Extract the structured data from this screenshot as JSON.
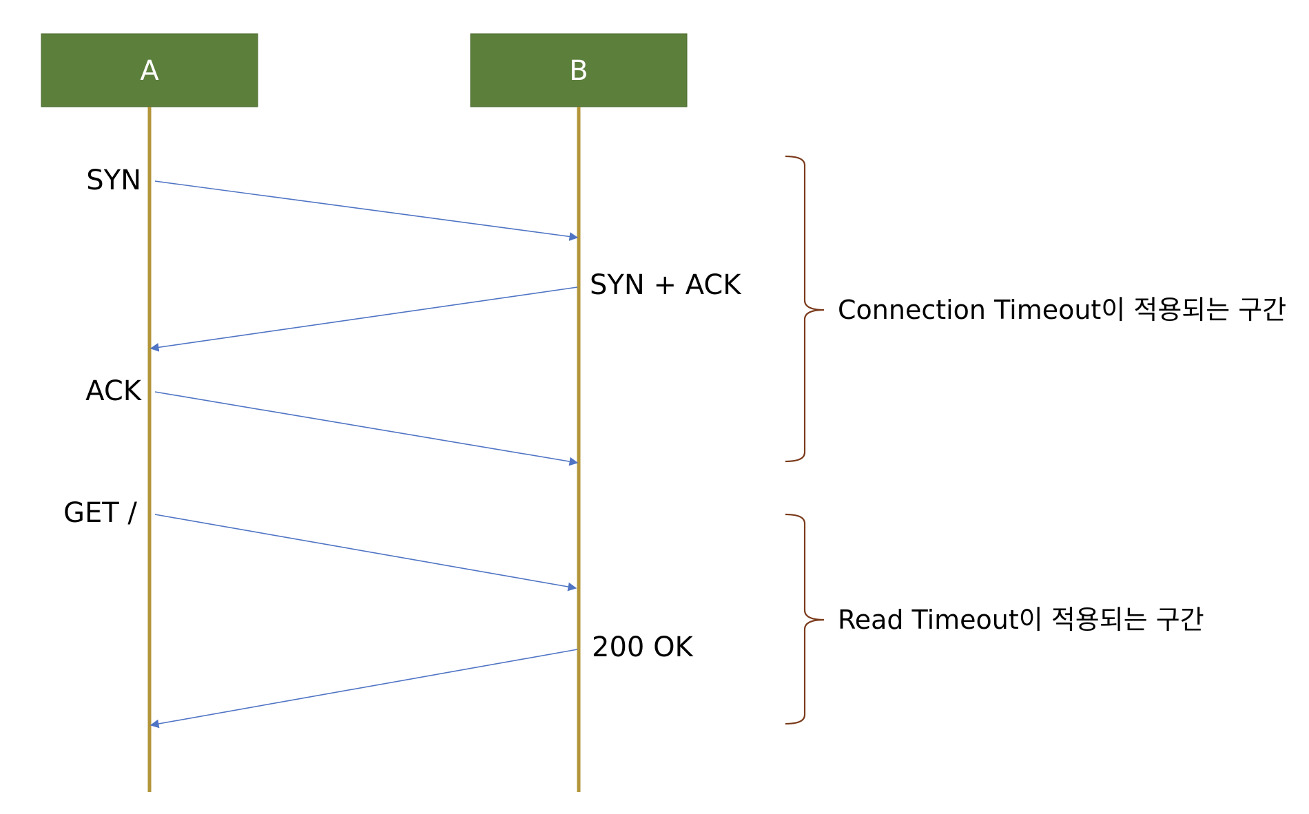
{
  "participants": [
    {
      "id": "a",
      "label": "A"
    },
    {
      "id": "b",
      "label": "B"
    }
  ],
  "messages": [
    {
      "label": "SYN",
      "from": "A",
      "to": "B"
    },
    {
      "label": "SYN + ACK",
      "from": "B",
      "to": "A"
    },
    {
      "label": "ACK",
      "from": "A",
      "to": "B"
    },
    {
      "label": "GET /",
      "from": "A",
      "to": "B"
    },
    {
      "label": "200 OK",
      "from": "B",
      "to": "A"
    }
  ],
  "phases": [
    {
      "label": "Connection Timeout이 적용되는 구간"
    },
    {
      "label": "Read Timeout이 적용되는 구간"
    }
  ],
  "colors": {
    "participant_fill": "#5c7f3c",
    "lifeline": "#b3953a",
    "message_arrow": "#4f74c4",
    "brace": "#7a3a1a"
  }
}
